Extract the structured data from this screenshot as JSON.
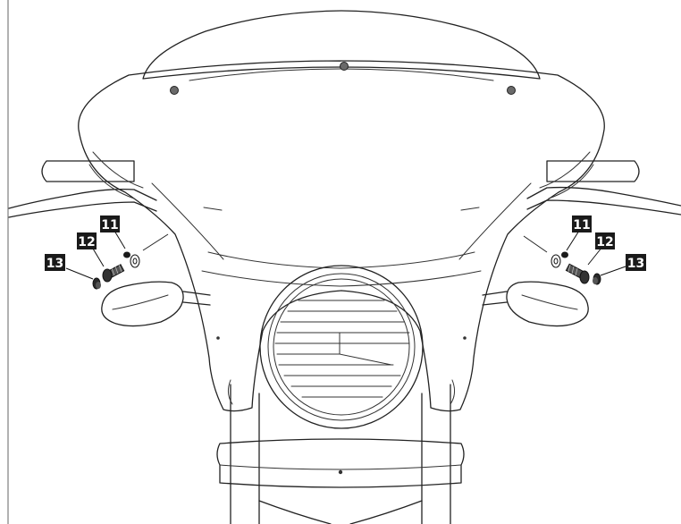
{
  "callouts": {
    "left_11": "11",
    "left_12": "12",
    "left_13": "13",
    "right_11": "11",
    "right_12": "12",
    "right_13": "13"
  },
  "colors": {
    "fairing": "#8e8e8e",
    "windshield": "#7a7a7a",
    "outline": "#222222",
    "callout_bg": "#1a1a1a",
    "callout_text": "#ffffff"
  }
}
